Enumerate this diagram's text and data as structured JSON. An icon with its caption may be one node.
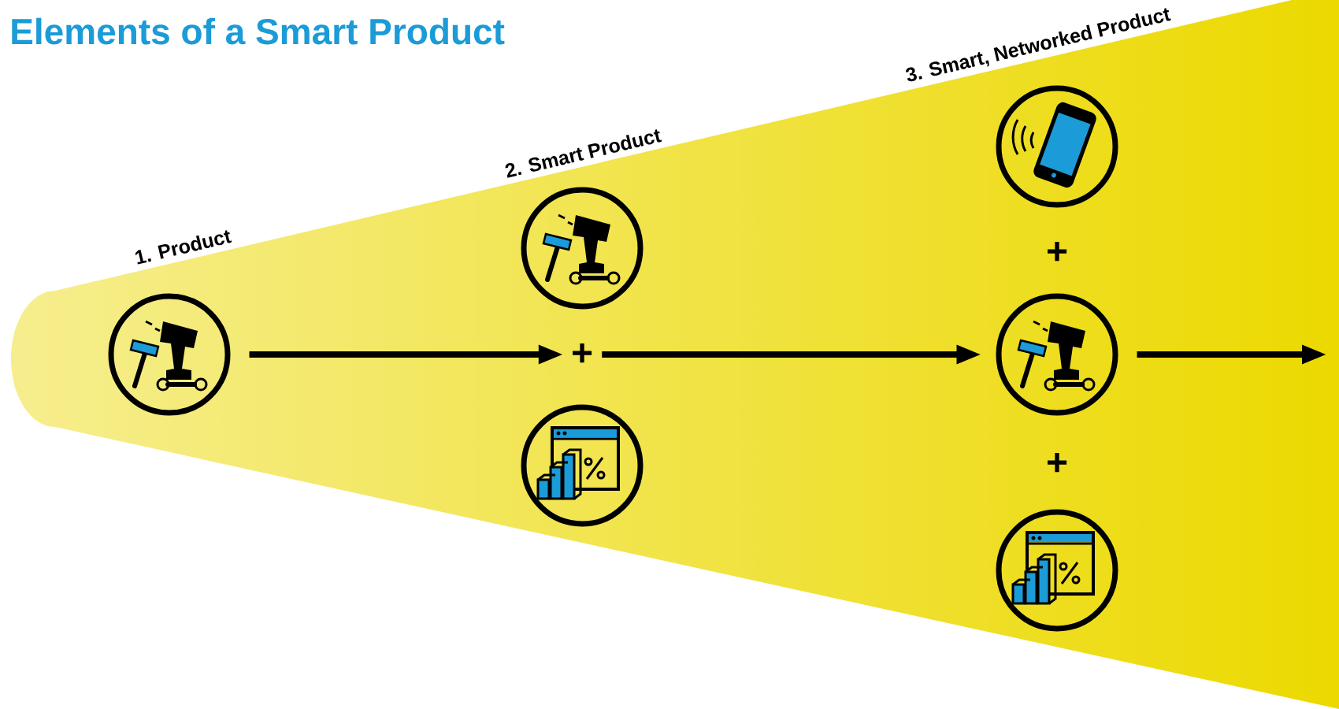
{
  "diagram": {
    "title": "Elements of a Smart Product",
    "nodes": [
      {
        "text": [],
        "shape": "circle"
      },
      {
        "text": [],
        "shape": "circle"
      },
      {
        "text": [
          "+"
        ]
      },
      {
        "text": [],
        "shape": "circle"
      },
      {
        "text": [],
        "shape": "circle"
      },
      {
        "text": [
          "+"
        ]
      },
      {
        "text": [],
        "shape": "circle"
      },
      {
        "text": [
          "+"
        ]
      },
      {
        "text": [],
        "shape": "circle"
      }
    ],
    "edges": [
      {
        "from": 0,
        "to": 2,
        "arrow": "to"
      },
      {
        "from": 2,
        "to": 6,
        "arrow": "to"
      },
      {
        "from": 6,
        "to": null,
        "arrow": "to"
      }
    ],
    "labels": [
      "1. Product",
      "2. Smart Product",
      "3. Smart, Networked Product"
    ]
  }
}
